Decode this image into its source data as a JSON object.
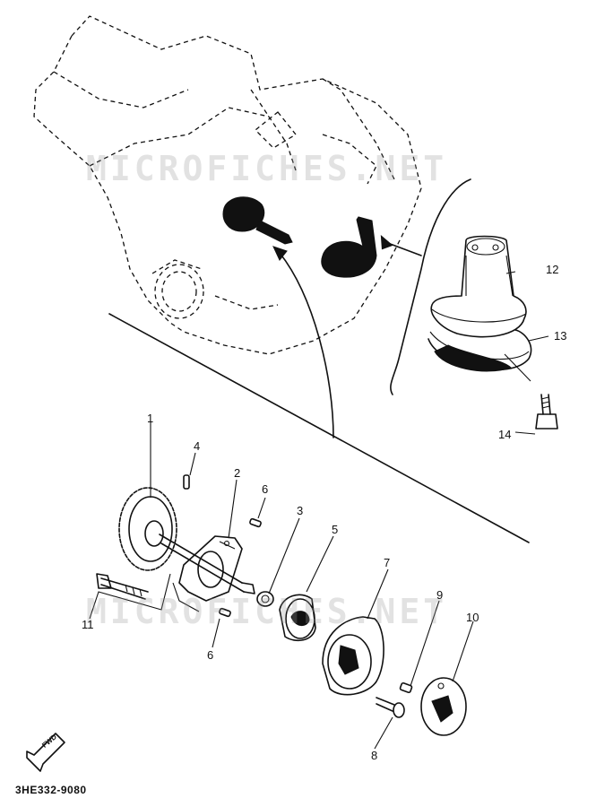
{
  "watermark": "MICROFICHES.NET",
  "part_code": "3HE332-9080",
  "fwd_label": "FWD",
  "callouts": {
    "c1": "1",
    "c2": "2",
    "c3": "3",
    "c4": "4",
    "c5": "5",
    "c6a": "6",
    "c6b": "6",
    "c7": "7",
    "c8": "8",
    "c9": "9",
    "c10": "10",
    "c11": "11",
    "c12": "12",
    "c13": "13",
    "c14": "14"
  }
}
